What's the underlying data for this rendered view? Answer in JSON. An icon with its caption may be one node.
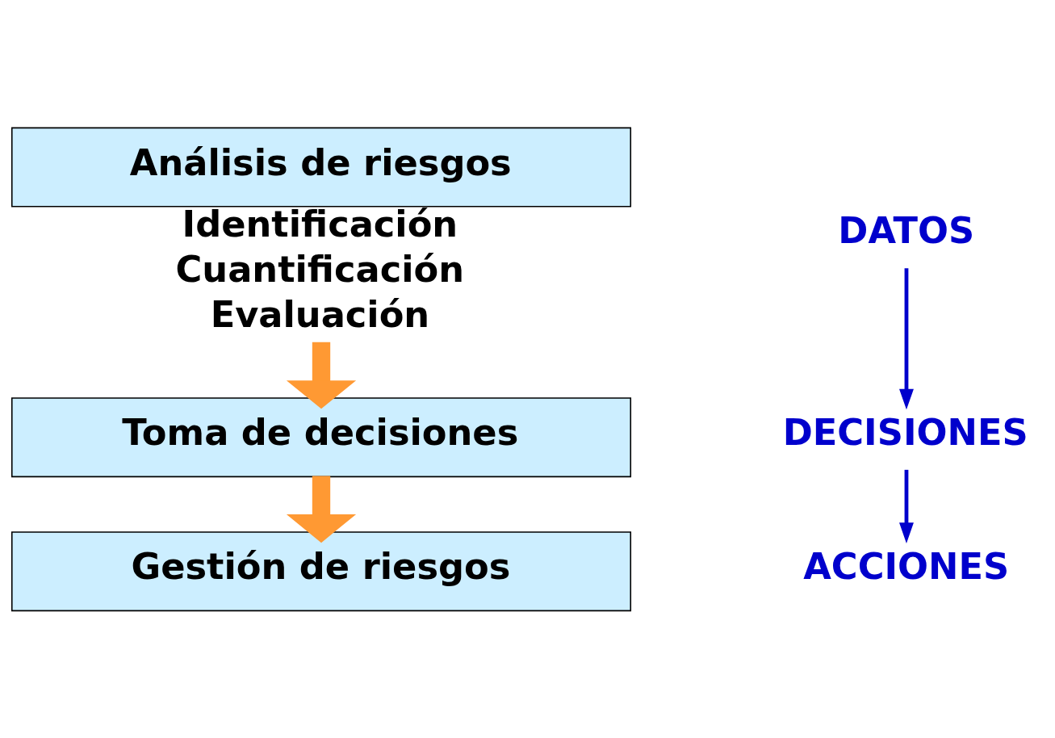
{
  "diagram": {
    "nodes": [
      {
        "text": [
          "Análisis de riesgos"
        ],
        "beside": [
          "Identificación",
          "Cuantificación",
          "Evaluación"
        ]
      },
      {
        "text": [
          "Toma de decisiones"
        ]
      },
      {
        "text": [
          "Gestión de riesgos"
        ]
      },
      {
        "text": [
          "DATOS"
        ]
      },
      {
        "text": [
          "DECISIONES"
        ]
      },
      {
        "text": [
          "ACCIONES"
        ]
      }
    ],
    "edges": [
      {
        "from": 0,
        "to": 1,
        "arrow": "to",
        "style": "thick",
        "color": "#ff9933"
      },
      {
        "from": 1,
        "to": 2,
        "arrow": "to",
        "style": "thick",
        "color": "#ff9933"
      },
      {
        "from": 3,
        "to": 4,
        "arrow": "to",
        "color": "#0000cc"
      },
      {
        "from": 4,
        "to": 5,
        "arrow": "to",
        "color": "#0000cc"
      }
    ]
  }
}
